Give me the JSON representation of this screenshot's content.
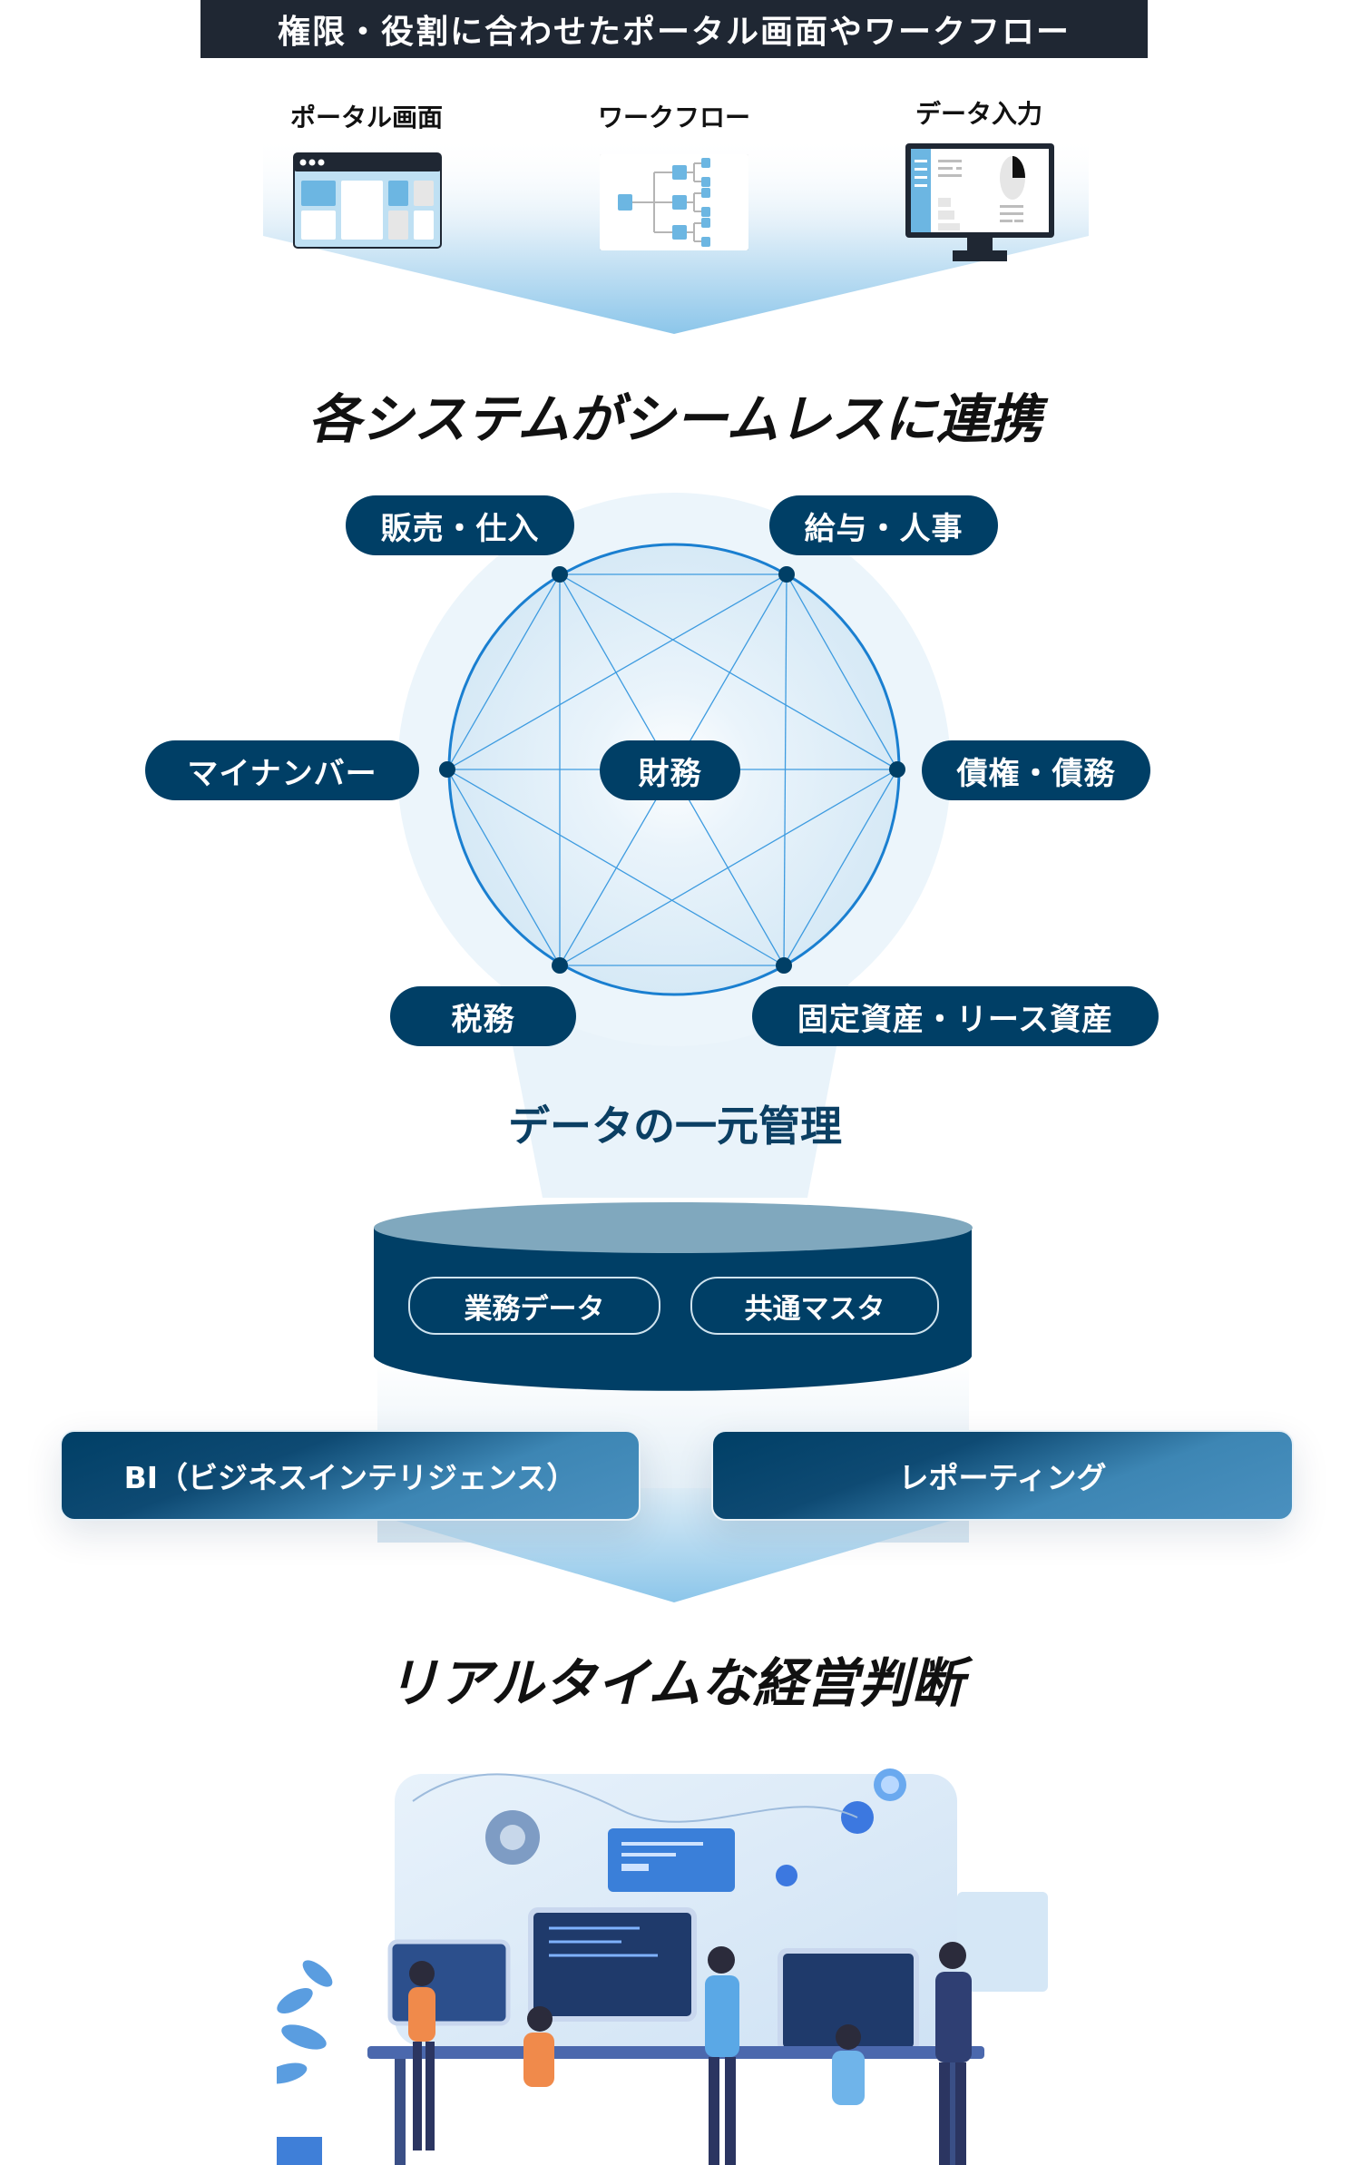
{
  "banner": {
    "title": "権限・役割に合わせたポータル画面やワークフロー"
  },
  "tools": [
    {
      "label": "ポータル画面",
      "icon": "portal-window-icon"
    },
    {
      "label": "ワークフロー",
      "icon": "workflow-tree-icon"
    },
    {
      "label": "データ入力",
      "icon": "monitor-dashboard-icon"
    }
  ],
  "integration": {
    "heading": "各システムがシームレスに連携",
    "center": "財務",
    "modules": [
      "販売・仕入",
      "給与・人事",
      "マイナンバー",
      "債権・債務",
      "税務",
      "固定資産・リース資産"
    ]
  },
  "database": {
    "heading": "データの一元管理",
    "items": [
      "業務データ",
      "共通マスタ"
    ]
  },
  "outputs": [
    "BI（ビジネスインテリジェンス）",
    "レポーティング"
  ],
  "conclusion": {
    "heading": "リアルタイムな経営判断"
  },
  "colors": {
    "navy": "#003f66",
    "dark": "#1f2733",
    "accent": "#6cb6e2",
    "line": "#1a7fd0"
  }
}
